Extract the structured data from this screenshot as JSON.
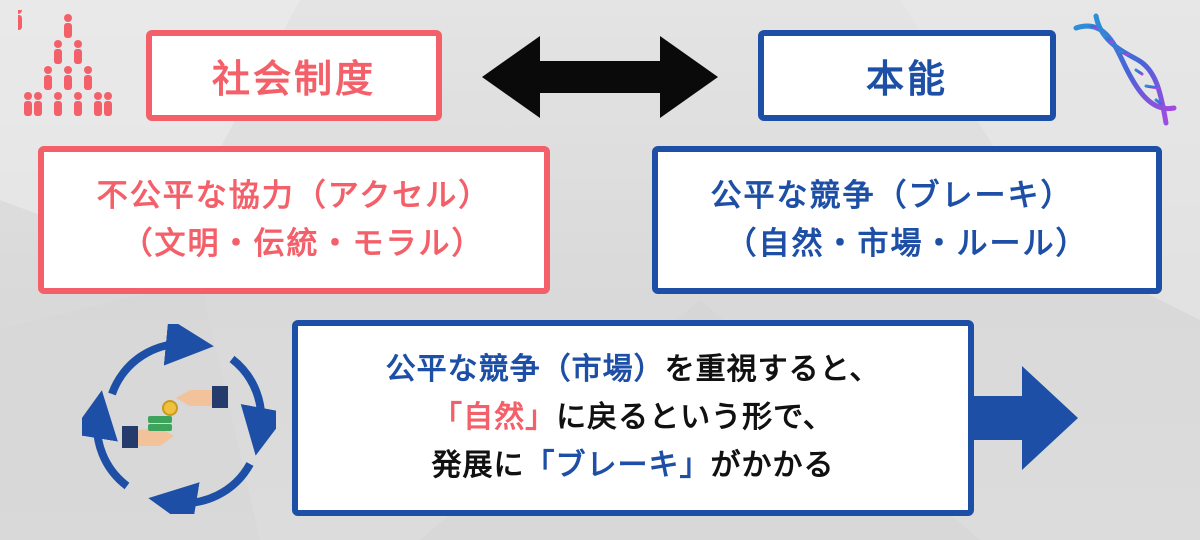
{
  "left": {
    "title": "社会制度",
    "desc_line1": "不公平な協力（アクセル）",
    "desc_line2": "（文明・伝統・モラル）",
    "icon": "crowd-pyramid-icon",
    "color": "#f4606a"
  },
  "right": {
    "title": "本能",
    "desc_line1": "公平な競争（ブレーキ）",
    "desc_line2": "（自然・市場・ルール）",
    "icon": "dna-icon",
    "color": "#1e4fa6"
  },
  "connector": {
    "icon": "double-arrow-icon"
  },
  "conclusion": {
    "line1_hl": "公平な競争（市場）",
    "line1_rest": "を重視すると、",
    "line2_hl": "「自然」",
    "line2_rest": "に戻るという形で、",
    "line3_pre": "発展に",
    "line3_hl": "「ブレーキ」",
    "line3_post": "がかかる",
    "cycle_icon": "money-exchange-cycle-icon",
    "arrow_icon": "right-arrow-icon"
  }
}
